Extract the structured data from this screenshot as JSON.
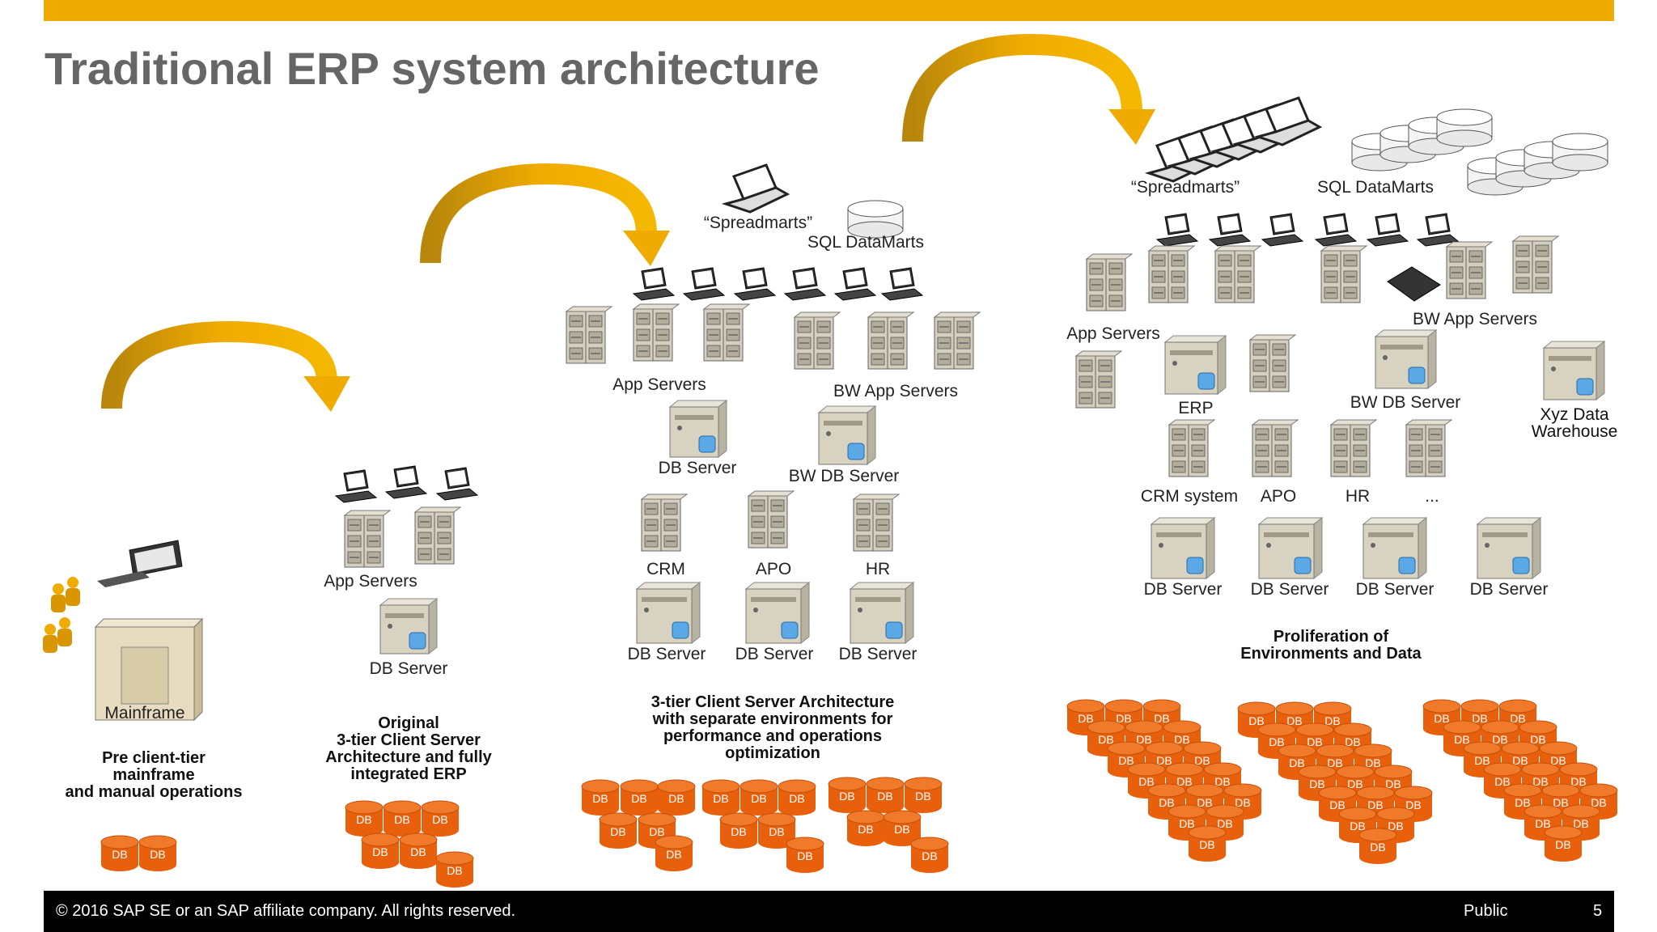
{
  "title": "Traditional ERP system architecture",
  "colors": {
    "accent": "#f0ab00",
    "db": "#e8600c",
    "title": "#666666"
  },
  "stages": [
    {
      "labels": {
        "mainframe": "Mainframe"
      },
      "caption": "Pre client-tier\nmainframe\nand manual operations",
      "db_label": "DB"
    },
    {
      "labels": {
        "app_servers": "App Servers",
        "db_server": "DB Server"
      },
      "caption": "Original\n3-tier Client Server\nArchitecture and fully\nintegrated ERP",
      "db_label": "DB"
    },
    {
      "labels": {
        "spreadmarts": "“Spreadmarts”",
        "sql_datamarts": "SQL DataMarts",
        "app_servers": "App Servers",
        "bw_app_servers": "BW App Servers",
        "db_server": "DB Server",
        "bw_db_server": "BW DB Server",
        "crm": "CRM",
        "apo": "APO",
        "hr": "HR",
        "db_server_crm": "DB Server",
        "db_server_apo": "DB Server",
        "db_server_hr": "DB Server"
      },
      "caption": "3-tier Client Server Architecture\nwith separate environments for\nperformance and operations\noptimization",
      "db_label": "DB"
    },
    {
      "labels": {
        "spreadmarts": "“Spreadmarts”",
        "sql_datamarts": "SQL DataMarts",
        "app_servers": "App Servers",
        "bw_app_servers": "BW App Servers",
        "erp": "ERP",
        "bw_db_server": "BW DB Server",
        "xyz_dw": "Xyz Data\nWarehouse",
        "crm_system": "CRM system",
        "apo": "APO",
        "hr": "HR",
        "ellipsis": "...",
        "db_server_1": "DB Server",
        "db_server_2": "DB Server",
        "db_server_3": "DB Server",
        "db_server_4": "DB Server"
      },
      "caption": "Proliferation of\nEnvironments and Data",
      "db_label": "DB"
    }
  ],
  "footer": {
    "copyright": "© 2016 SAP SE or an SAP affiliate company. All rights reserved.",
    "classification": "Public",
    "page": "5"
  }
}
